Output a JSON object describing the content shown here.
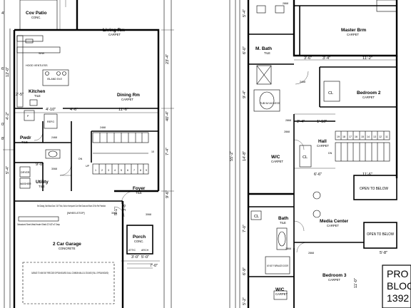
{
  "first_floor": {
    "rooms": {
      "cov_patio": {
        "name": "Cov Patio",
        "sub": "CONC."
      },
      "living_rm": {
        "name": "Living Rm",
        "sub": "CARPET"
      },
      "kitchen": {
        "name": "Kitchen",
        "sub": "TILE"
      },
      "dining_rm": {
        "name": "Dining Rm",
        "sub": "CARPET"
      },
      "pwdr": {
        "name": "Pwdr",
        "sub": "TILE"
      },
      "utility": {
        "name": "Utility",
        "sub": "TILE"
      },
      "foyer": {
        "name": "Foyer",
        "sub": "TILE"
      },
      "garage": {
        "name": "2 Car Garage",
        "sub": "CONCRETE"
      },
      "porch": {
        "name": "Porch",
        "sub": "CONC."
      }
    },
    "fixtures": {
      "sink": "SINK",
      "hood": "HOOD VENTLESS",
      "island": "ISLAND 5'x3'",
      "refg": "REFG",
      "p": "P",
      "dryer": "DRYER",
      "washer": "WASHER",
      "up": "UP",
      "dn": "DN",
      "wheelstop": "[WHEELSTOP]",
      "door_note": "Self-Closing, Solid Wood Door 1 3/8\" Thick, Solid or Honeycomb Core Steel Doors and Room 20 Min Fire Protection",
      "shield_note": "Galvanized Sheet Metal Heater Shield 22\"x22\"x4\" Deep",
      "garage_note": "GARAGE TO HAVE 5/8\" FIRECODE GYPSUM BOARD ON ALL COMMON WALLS & CEILINGS (FULL GYPSUM BOARD)",
      "attic": "ATTIC",
      "arch": "ARCH",
      "door_codes": [
        "2468",
        "3068",
        "3068",
        "2468",
        "3068"
      ]
    },
    "dims": {
      "d_23_4": "23'-4\"",
      "d_40_4": "40'-4\"",
      "d_12_0": "12'-0\"",
      "d_4_2": "4'-2\"",
      "d_4_10": "4'-10\"",
      "d_4_6": "4'-6\"",
      "d_11_6": "11'-6\"",
      "d_2_5": "2'-5\"",
      "d_9_0": "9'-0\"",
      "d_5_4": "5'-4\"",
      "d_7_4": "7'-4\"",
      "d_9_6": "9'-6\"",
      "d_5_1": "5'-1\"",
      "d_3_8": "3'-8\"",
      "d_3_0": "3'-0\"",
      "d_5_0": "5'-0\"",
      "d_7_0": "7'-0\"",
      "d_4_left": "4'",
      "d_6_left": "6'",
      "d_0_left": "0'",
      "d_8_left": "8'"
    },
    "stair_nums": [
      "1",
      "2",
      "3",
      "4",
      "5",
      "6",
      "7",
      "8",
      "9",
      "10"
    ]
  },
  "second_floor": {
    "rooms": {
      "master_brm": {
        "name": "Master Brm",
        "sub": "CARPET"
      },
      "m_bath": {
        "name": "M. Bath",
        "sub": "TILE"
      },
      "bedroom2": {
        "name": "Bedroom 2",
        "sub": "CARPET"
      },
      "wic": {
        "name": "W/C",
        "sub": "CARPET"
      },
      "hall": {
        "name": "Hall",
        "sub": "CARPET"
      },
      "open_below_1": {
        "name": "OPEN TO BELOW"
      },
      "open_below_2": {
        "name": "OPEN TO BELOW"
      },
      "bath": {
        "name": "Bath",
        "sub": "TILE"
      },
      "media_center": {
        "name": "Media Center",
        "sub": "CARPET"
      },
      "bedroom3": {
        "name": "Bedroom 3",
        "sub": "CARPET"
      },
      "wic2": {
        "name": "W/C",
        "sub": "CARPET"
      }
    },
    "fixtures": {
      "cl1": "CL",
      "cl2": "CL",
      "cl3": "CL",
      "tub": "TUB W/ ACCESS",
      "dn": "DN",
      "heater": "40\"x30\" FURNACE/ DOOR",
      "door_codes": [
        "2468",
        "2868",
        "2868",
        "2868",
        "2868",
        "2868"
      ]
    },
    "dims": {
      "d_55_2": "55'-2\"",
      "d_11_2": "11'-2\"",
      "d_3_6": "3'-6\"",
      "d_3_4": "3'-4\"",
      "d_2_4": "2'-4\"",
      "d_1_10": "1'-10\"",
      "d_6_6": "6'-6\"",
      "d_11_6": "11'-6\"",
      "d_14_8": "14'-8\"",
      "d_9_4": "9'-4\"",
      "d_7_0": "7'-0\"",
      "d_6_9": "6'-9\"",
      "d_5_2": "5'-2\"",
      "d_5_8": "5'-8\"",
      "d_11_0": "11'-0\"",
      "d_5_4": "5'-4\"",
      "d_6_0": "6'-0\""
    },
    "stair_nums": [
      "19",
      "18",
      "17",
      "16",
      "15",
      "14",
      "13",
      "12",
      "11"
    ]
  },
  "title_block": {
    "line1": "PRO",
    "line2": "BLOC",
    "line3": "1392"
  }
}
